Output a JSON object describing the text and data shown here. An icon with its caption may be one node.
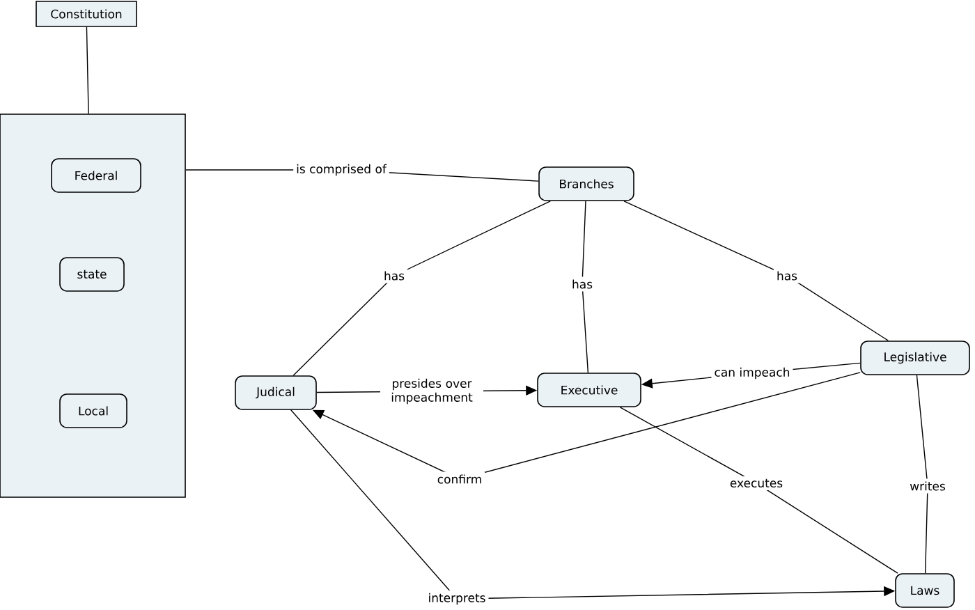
{
  "diagram": {
    "nodes": [
      {
        "text": [
          "Constitution"
        ]
      },
      {
        "text": [],
        "shape": "box"
      },
      {
        "text": [
          "Federal"
        ],
        "in": 1
      },
      {
        "text": [
          "state"
        ],
        "in": 1
      },
      {
        "text": [
          "Local"
        ],
        "in": 1
      },
      {
        "text": [
          "Branches"
        ]
      },
      {
        "text": [
          "Judical"
        ]
      },
      {
        "text": [
          "Executive"
        ]
      },
      {
        "text": [
          "Legislative"
        ]
      },
      {
        "text": [
          "Laws"
        ]
      }
    ],
    "edges": [
      {
        "from": 0,
        "to": 1,
        "arrow": "none"
      },
      {
        "from": 1,
        "to": 5,
        "arrow": "none",
        "label": "is comprised of"
      },
      {
        "from": 5,
        "to": 6,
        "arrow": "none",
        "label": "has"
      },
      {
        "from": 5,
        "to": 7,
        "arrow": "none",
        "label": "has"
      },
      {
        "from": 5,
        "to": 8,
        "arrow": "none",
        "label": "has"
      },
      {
        "from": 6,
        "to": 7,
        "arrow": "to",
        "label": "presides over impeachment"
      },
      {
        "from": 8,
        "to": 7,
        "arrow": "to",
        "label": "can impeach"
      },
      {
        "from": 8,
        "to": 6,
        "arrow": "to",
        "label": "confirm"
      },
      {
        "from": 7,
        "to": 9,
        "arrow": "none",
        "label": "executes"
      },
      {
        "from": 8,
        "to": 9,
        "arrow": "none",
        "label": "writes"
      },
      {
        "from": 6,
        "to": 9,
        "arrow": "to",
        "label": "interprets"
      }
    ]
  }
}
